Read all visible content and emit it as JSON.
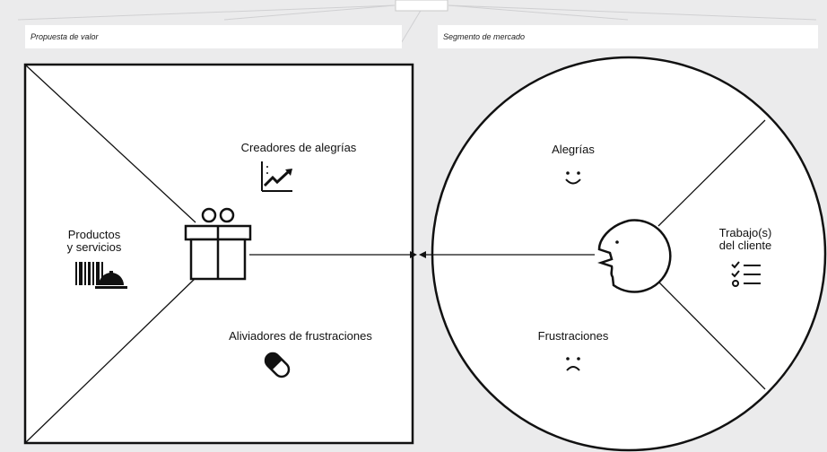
{
  "header": {
    "left_label": "Propuesta de valor",
    "right_label": "Segmento de mercado"
  },
  "value_proposition": {
    "gain_creators": "Creadores de alegrías",
    "products_line1": "Productos",
    "products_line2": "y servicios",
    "pain_relievers": "Aliviadores de frustraciones"
  },
  "customer_segment": {
    "gains": "Alegrías",
    "jobs_line1": "Trabajo(s)",
    "jobs_line2": "del cliente",
    "pains": "Frustraciones"
  },
  "colors": {
    "background": "#ebebec",
    "panel": "#ffffff",
    "line": "#111111"
  },
  "icons": {
    "gain_creators": "rising-chart-icon",
    "products": "barcode-cloche-icon",
    "pain_relievers": "pill-icon",
    "center": "gift-icon",
    "gains": "smile-icon",
    "pains": "frown-icon",
    "jobs": "checklist-icon",
    "customer": "face-profile-icon"
  }
}
